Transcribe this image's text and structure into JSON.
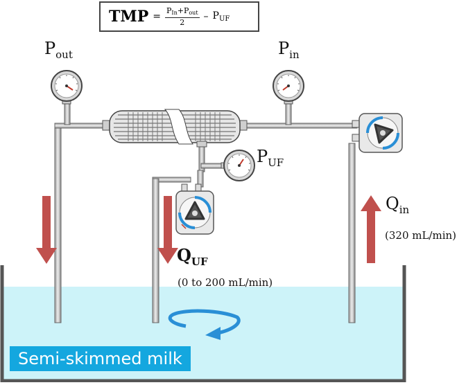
{
  "formula": {
    "lhs": "TMP",
    "equals": "=",
    "frac_num_a": "P",
    "frac_num_a_sub": "In",
    "frac_plus": "+",
    "frac_num_b": "P",
    "frac_num_b_sub": "out",
    "frac_den": "2",
    "minus": "–",
    "tail": "P",
    "tail_sub": "UF"
  },
  "labels": {
    "p_out": {
      "main": "P",
      "sub": "out"
    },
    "p_in": {
      "main": "P",
      "sub": "in"
    },
    "p_uf": {
      "main": "P",
      "sub": "UF"
    },
    "q_uf": {
      "main": "Q",
      "sub": "UF",
      "rate": "(0 to 200 mL/min)"
    },
    "q_in": {
      "main": "Q",
      "sub": "in",
      "rate": "(320 mL/min)"
    }
  },
  "tank": {
    "label": "Semi-skimmed milk"
  },
  "colors": {
    "arrow": "#c0504d",
    "milk": "#cdf3f9",
    "milk_label_bg": "#14a7df",
    "pipe": "#8c8c8c",
    "tank_wall": "#555555",
    "swirl": "#2a8fd6"
  },
  "icons": [
    "pressure-gauge-icon",
    "peristaltic-pump-icon",
    "membrane-module-icon",
    "flow-arrow-icon",
    "swirl-arrow-icon"
  ]
}
